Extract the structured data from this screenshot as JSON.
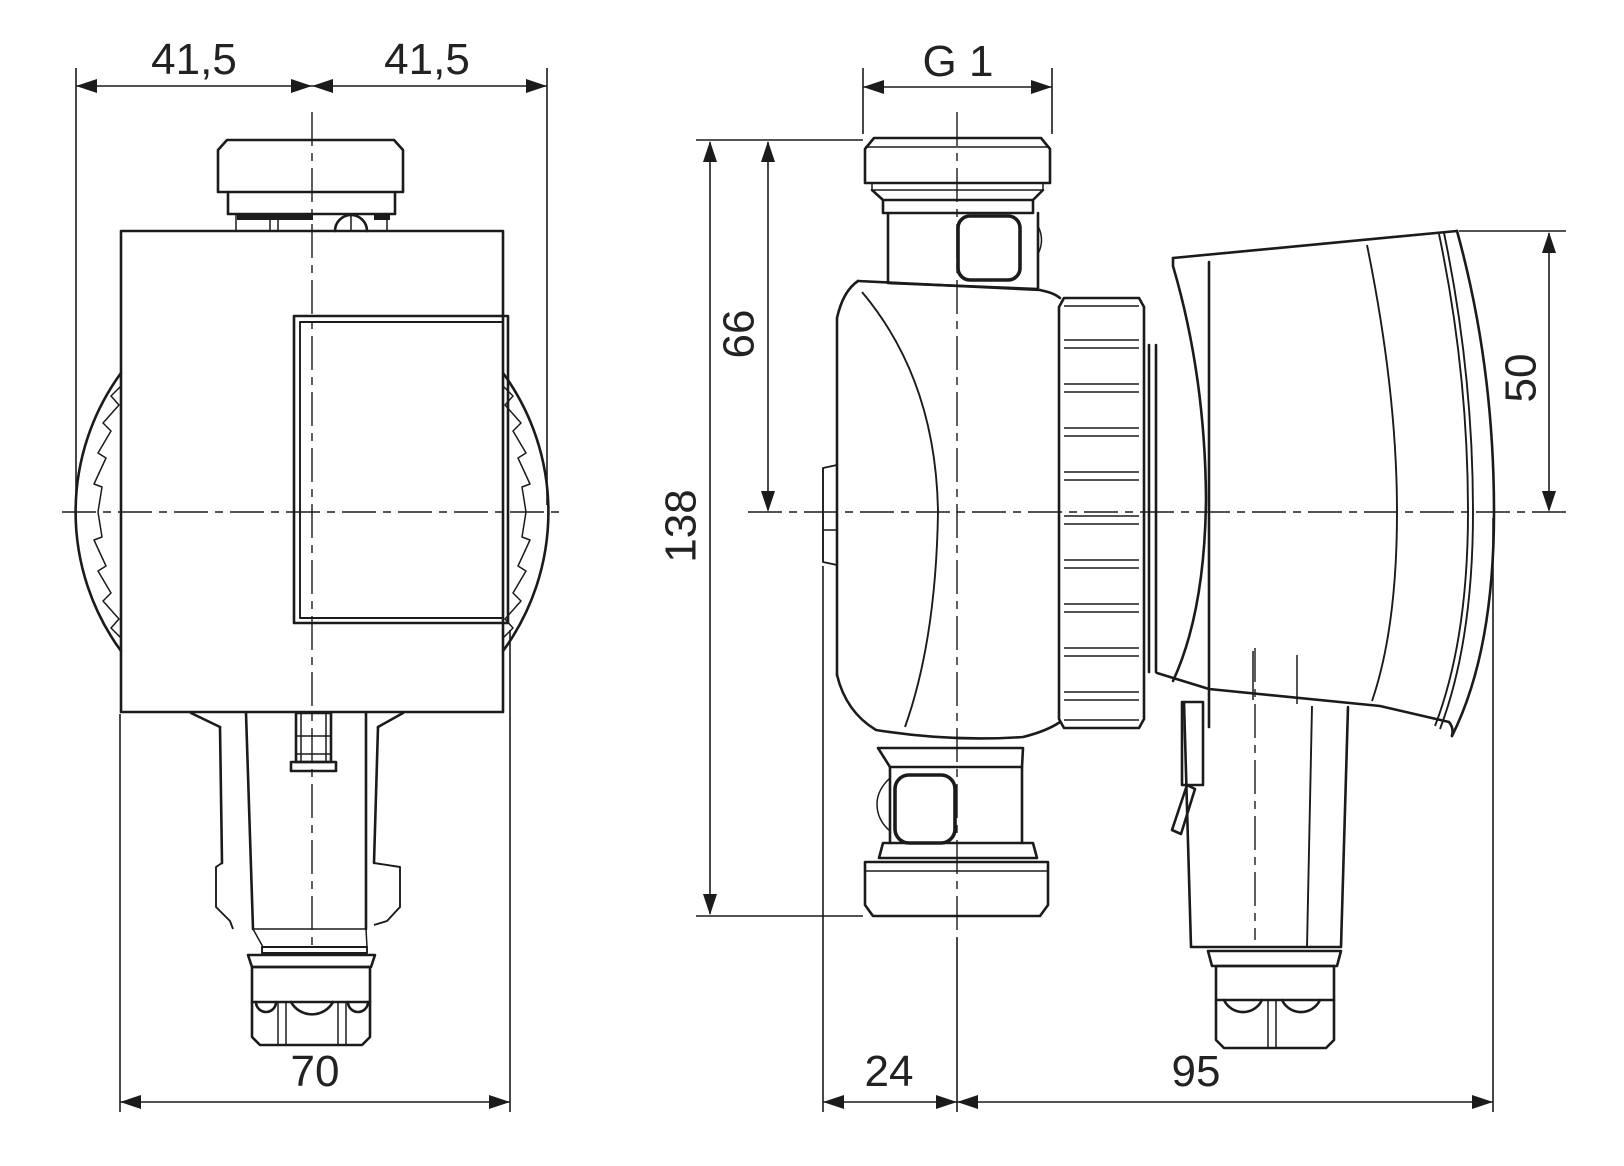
{
  "app": {
    "background": "#ffffff",
    "line_color": "#1b1b1b",
    "text_color": "#222222"
  },
  "views": {
    "front": {
      "dimensions": {
        "half_width_left": "41,5",
        "half_width_right": "41,5",
        "total_width": "70"
      }
    },
    "side": {
      "dimensions": {
        "thread": "G 1",
        "port_to_center_height": "66",
        "total_height": "138",
        "center_to_top": "50",
        "front_to_axis": "24",
        "axis_to_back": "95"
      }
    }
  }
}
